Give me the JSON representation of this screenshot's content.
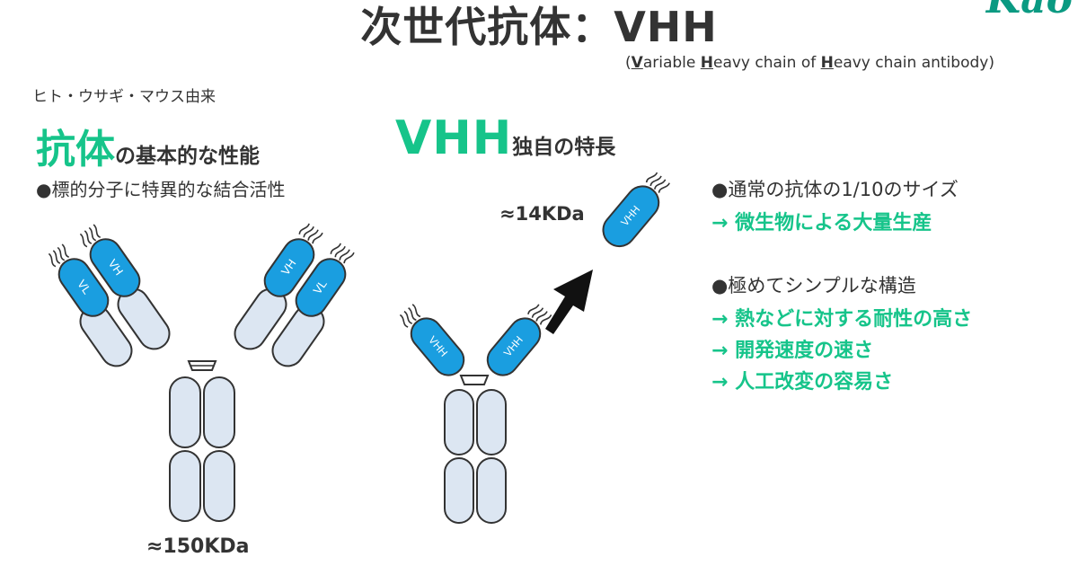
{
  "title": "次世代抗体：VHH",
  "logo": "Kao",
  "subtitle": {
    "open": "(",
    "v": "V",
    "v_rest": "ariable ",
    "h1": "H",
    "h1_rest": "eavy chain of ",
    "h2": "H",
    "h2_rest": "eavy chain antibody",
    "close": ")"
  },
  "origin_label": "ヒト・ウサギ・マウス由来",
  "antibody_heading": {
    "highlight": "抗体",
    "suffix": "の基本的な性能"
  },
  "antibody_bullet": "●標的分子に特異的な結合活性",
  "vhh_heading": {
    "highlight": "VHH",
    "suffix": "独自の特長"
  },
  "features": [
    {
      "bullet": "●通常の抗体の1/10のサイズ",
      "items": [
        "→ 微生物による大量生産"
      ]
    },
    {
      "bullet": "●極めてシンプルな構造",
      "items": [
        "→ 熱などに対する耐性の高さ",
        "→ 開発速度の速さ",
        "→ 人工改変の容易さ"
      ]
    }
  ],
  "domain_labels": {
    "vh": "VH",
    "vl": "VL",
    "vhh": "VHH"
  },
  "weights": {
    "antibody": "≈150KDa",
    "vhh": "≈14KDa"
  },
  "colors": {
    "accent_green": "#16c48a",
    "domain_blue": "#1a9ee0",
    "constant_fill": "#dce6f2",
    "text_dark": "#333333"
  }
}
